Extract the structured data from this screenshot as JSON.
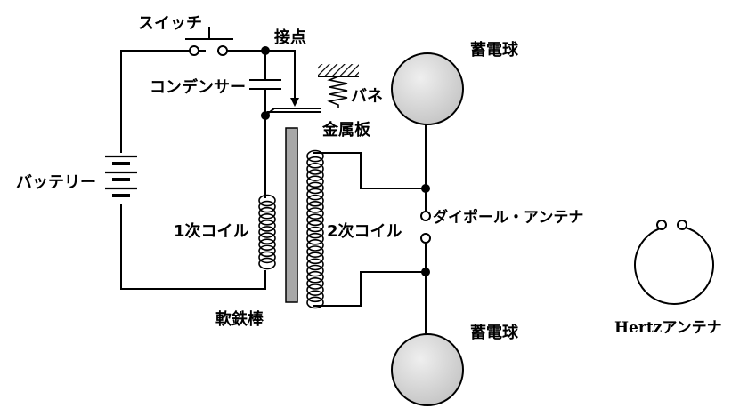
{
  "labels": {
    "switch": "スイッチ",
    "contact": "接点",
    "capacitor": "コンデンサー",
    "spring": "バネ",
    "metal_plate": "金属板",
    "battery": "バッテリー",
    "primary_coil": "1次コイル",
    "secondary_coil": "2次コイル",
    "iron_core": "軟鉄棒",
    "sphere_top": "蓄電球",
    "sphere_bottom": "蓄電球",
    "dipole_antenna": "ダイポール・アンテナ",
    "hertz_antenna": "Hertzアンテナ"
  },
  "colors": {
    "line": "#000000",
    "sphere_fill": "#d4d4d4",
    "iron_core_fill": "#a8a8a8",
    "background": "#ffffff"
  }
}
